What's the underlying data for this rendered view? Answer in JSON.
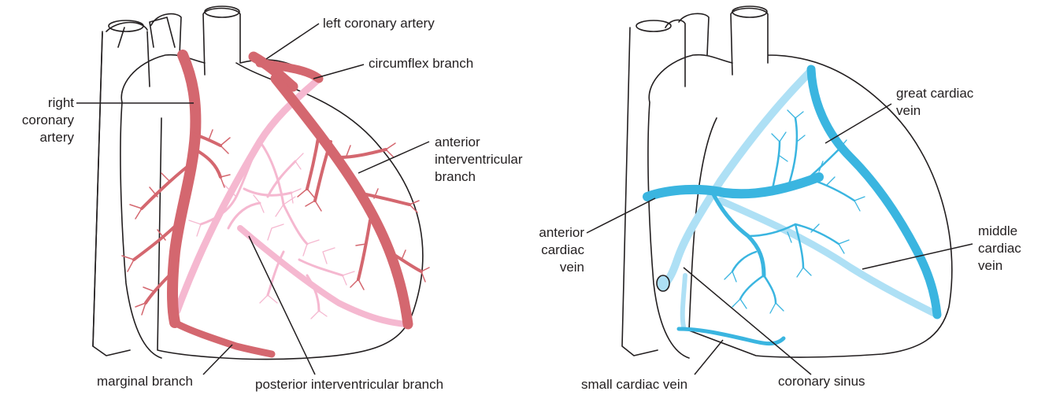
{
  "left_panel": {
    "labels": {
      "left_coronary_artery": "left coronary artery",
      "circumflex_branch": "circumflex branch",
      "right_coronary_artery": [
        "right",
        "coronary",
        "artery"
      ],
      "anterior_interventricular_branch": [
        "anterior",
        "interventricular",
        "branch"
      ],
      "marginal_branch": "marginal branch",
      "posterior_interventricular_branch": "posterior interventricular branch"
    }
  },
  "right_panel": {
    "labels": {
      "great_cardiac_vein": [
        "great cardiac",
        "vein"
      ],
      "anterior_cardiac_vein": [
        "anterior",
        "cardiac",
        "vein"
      ],
      "middle_cardiac_vein": [
        "middle",
        "cardiac",
        "vein"
      ],
      "small_cardiac_vein": "small cardiac vein",
      "coronary_sinus": "coronary sinus"
    }
  },
  "colors": {
    "artery_front": "#d4676f",
    "artery_back": "#f5b8d0",
    "vein_front": "#3ab5e0",
    "vein_back": "#aee0f5",
    "outline": "#231f20"
  }
}
